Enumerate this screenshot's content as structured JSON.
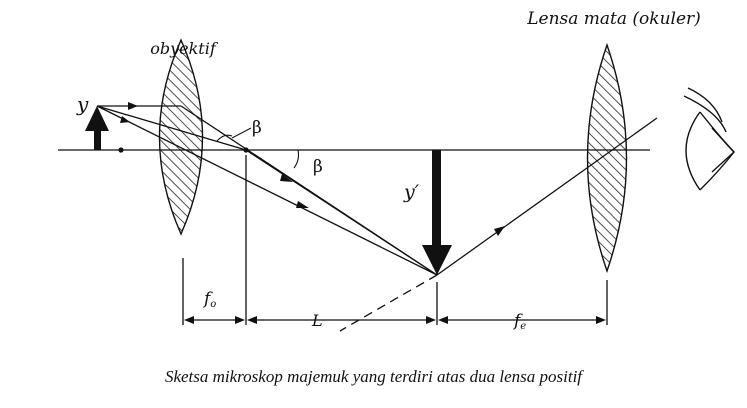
{
  "labels": {
    "objective_lens": "obyektif",
    "eye_lens": "Lensa mata (okuler)",
    "object": "y",
    "image": "y′",
    "angle_1": "β",
    "angle_2": "β",
    "focal_objective": "f",
    "focal_objective_sub": "o",
    "tube_length": "L",
    "focal_eye": "f",
    "focal_eye_sub": "e"
  },
  "caption": "Sketsa mikroskop majemuk yang terdiri atas dua lensa positif"
}
